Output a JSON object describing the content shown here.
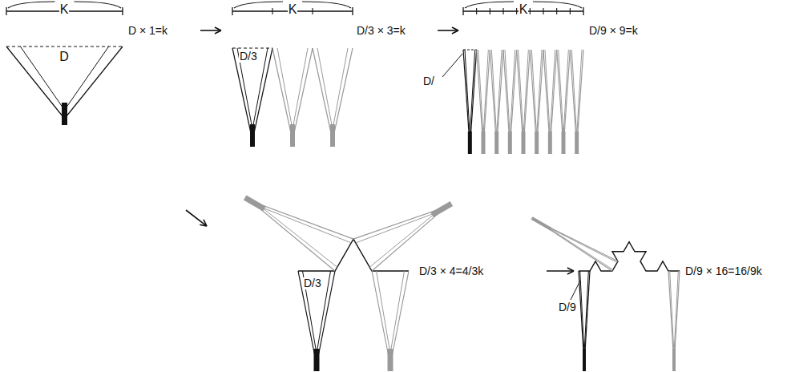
{
  "diagram": {
    "labels": [
      "K",
      "D × 1=k",
      "K",
      "D/3 × 3=k",
      "K",
      "D/9 × 9=k",
      "D",
      "D/3",
      "D/",
      "D/3",
      "D/3 × 4=4/3k",
      "D/9",
      "D/9 × 16=16/9k"
    ]
  }
}
